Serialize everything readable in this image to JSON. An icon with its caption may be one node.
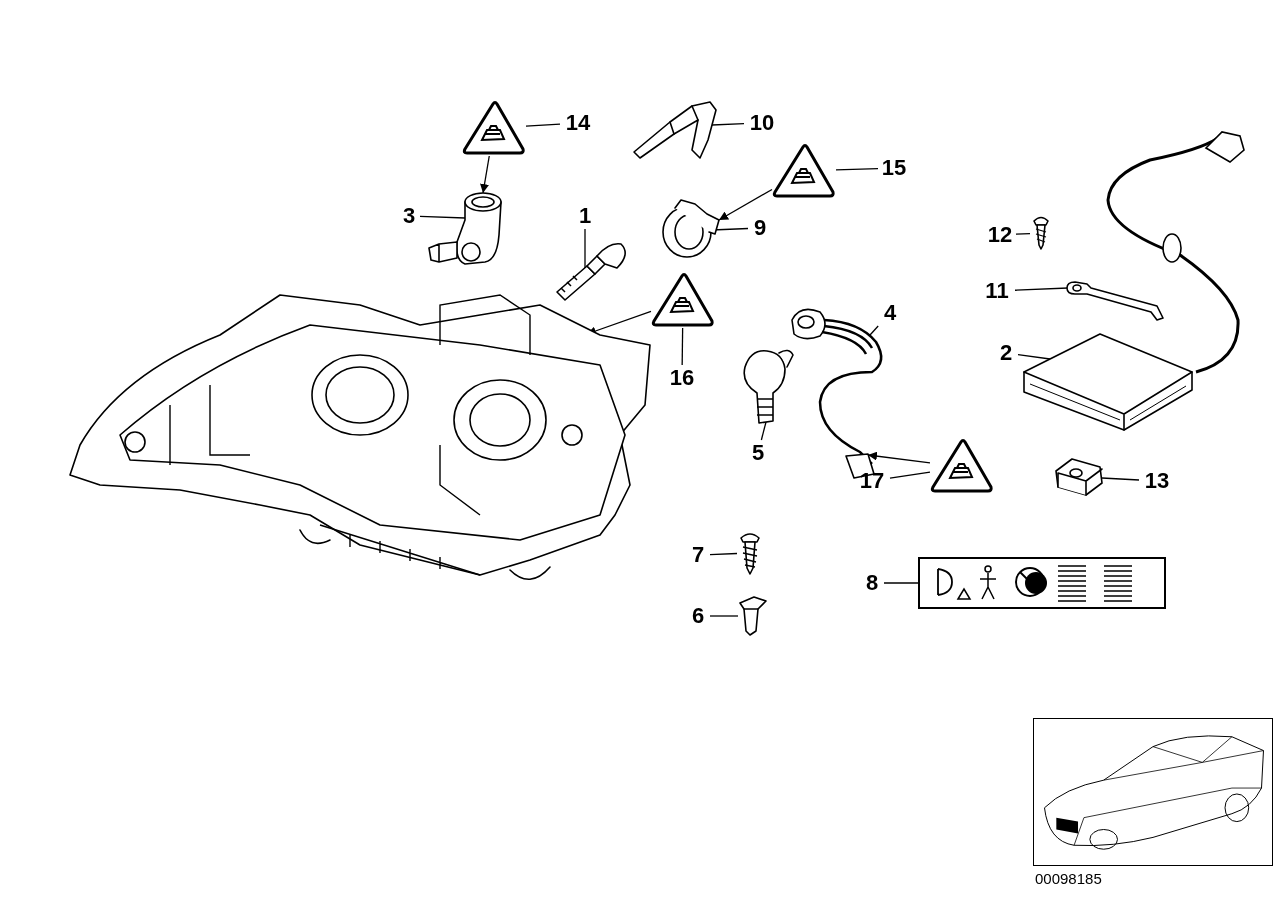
{
  "diagram": {
    "nodes": [
      {
        "text": [
          "14"
        ]
      },
      {
        "text": [],
        "shape": "picture"
      },
      {
        "text": [
          "10"
        ]
      },
      {
        "text": [],
        "shape": "picture"
      },
      {
        "text": [
          "15"
        ]
      },
      {
        "text": [],
        "shape": "picture"
      },
      {
        "text": [
          "3"
        ]
      },
      {
        "text": [],
        "shape": "picture"
      },
      {
        "text": [
          "1"
        ]
      },
      {
        "text": [],
        "shape": "picture"
      },
      {
        "text": [
          "9"
        ]
      },
      {
        "text": [],
        "shape": "picture"
      },
      {
        "text": [
          "12"
        ]
      },
      {
        "text": [],
        "shape": "picture"
      },
      {
        "text": [
          "11"
        ]
      },
      {
        "text": [],
        "shape": "picture"
      },
      {
        "text": [
          "16"
        ]
      },
      {
        "text": [],
        "shape": "picture"
      },
      {
        "text": [
          "4"
        ]
      },
      {
        "text": [],
        "shape": "picture"
      },
      {
        "text": [
          "2"
        ]
      },
      {
        "text": [],
        "shape": "picture"
      },
      {
        "text": [],
        "shape": "picture"
      },
      {
        "text": [
          "5"
        ]
      },
      {
        "text": [],
        "shape": "picture"
      },
      {
        "text": [
          "17"
        ]
      },
      {
        "text": [],
        "shape": "picture"
      },
      {
        "text": [
          "13"
        ]
      },
      {
        "text": [],
        "shape": "picture"
      },
      {
        "text": [
          "7"
        ]
      },
      {
        "text": [],
        "shape": "picture"
      },
      {
        "text": [
          "8"
        ]
      },
      {
        "text": [],
        "shape": "picture"
      },
      {
        "text": [
          "6"
        ]
      },
      {
        "text": [],
        "shape": "picture"
      }
    ],
    "edges": [
      {
        "from": 0,
        "to": 1,
        "arrow": "none"
      },
      {
        "from": 1,
        "to": 7,
        "arrow": "to"
      },
      {
        "from": 2,
        "to": 3,
        "arrow": "none"
      },
      {
        "from": 4,
        "to": 5,
        "arrow": "none"
      },
      {
        "from": 5,
        "to": 11,
        "arrow": "to"
      },
      {
        "from": 6,
        "to": 7,
        "arrow": "none"
      },
      {
        "from": 8,
        "to": 9,
        "arrow": "none"
      },
      {
        "from": 10,
        "to": 11,
        "arrow": "none"
      },
      {
        "from": 12,
        "to": 13,
        "arrow": "none"
      },
      {
        "from": 14,
        "to": 15,
        "arrow": "none"
      },
      {
        "from": 16,
        "to": 17,
        "arrow": "none"
      },
      {
        "from": 17,
        "to": 22,
        "arrow": "to"
      },
      {
        "from": 18,
        "to": 19,
        "arrow": "none"
      },
      {
        "from": 20,
        "to": 21,
        "arrow": "none"
      },
      {
        "from": 23,
        "to": 24,
        "arrow": "none"
      },
      {
        "from": 25,
        "to": 26,
        "arrow": "none"
      },
      {
        "from": 26,
        "to": 19,
        "arrow": "to"
      },
      {
        "from": 27,
        "to": 28,
        "arrow": "none"
      },
      {
        "from": 29,
        "to": 30,
        "arrow": "none"
      },
      {
        "from": 31,
        "to": 32,
        "arrow": "none"
      },
      {
        "from": 33,
        "to": 34,
        "arrow": "none"
      }
    ],
    "labels": [
      "00098185"
    ]
  }
}
